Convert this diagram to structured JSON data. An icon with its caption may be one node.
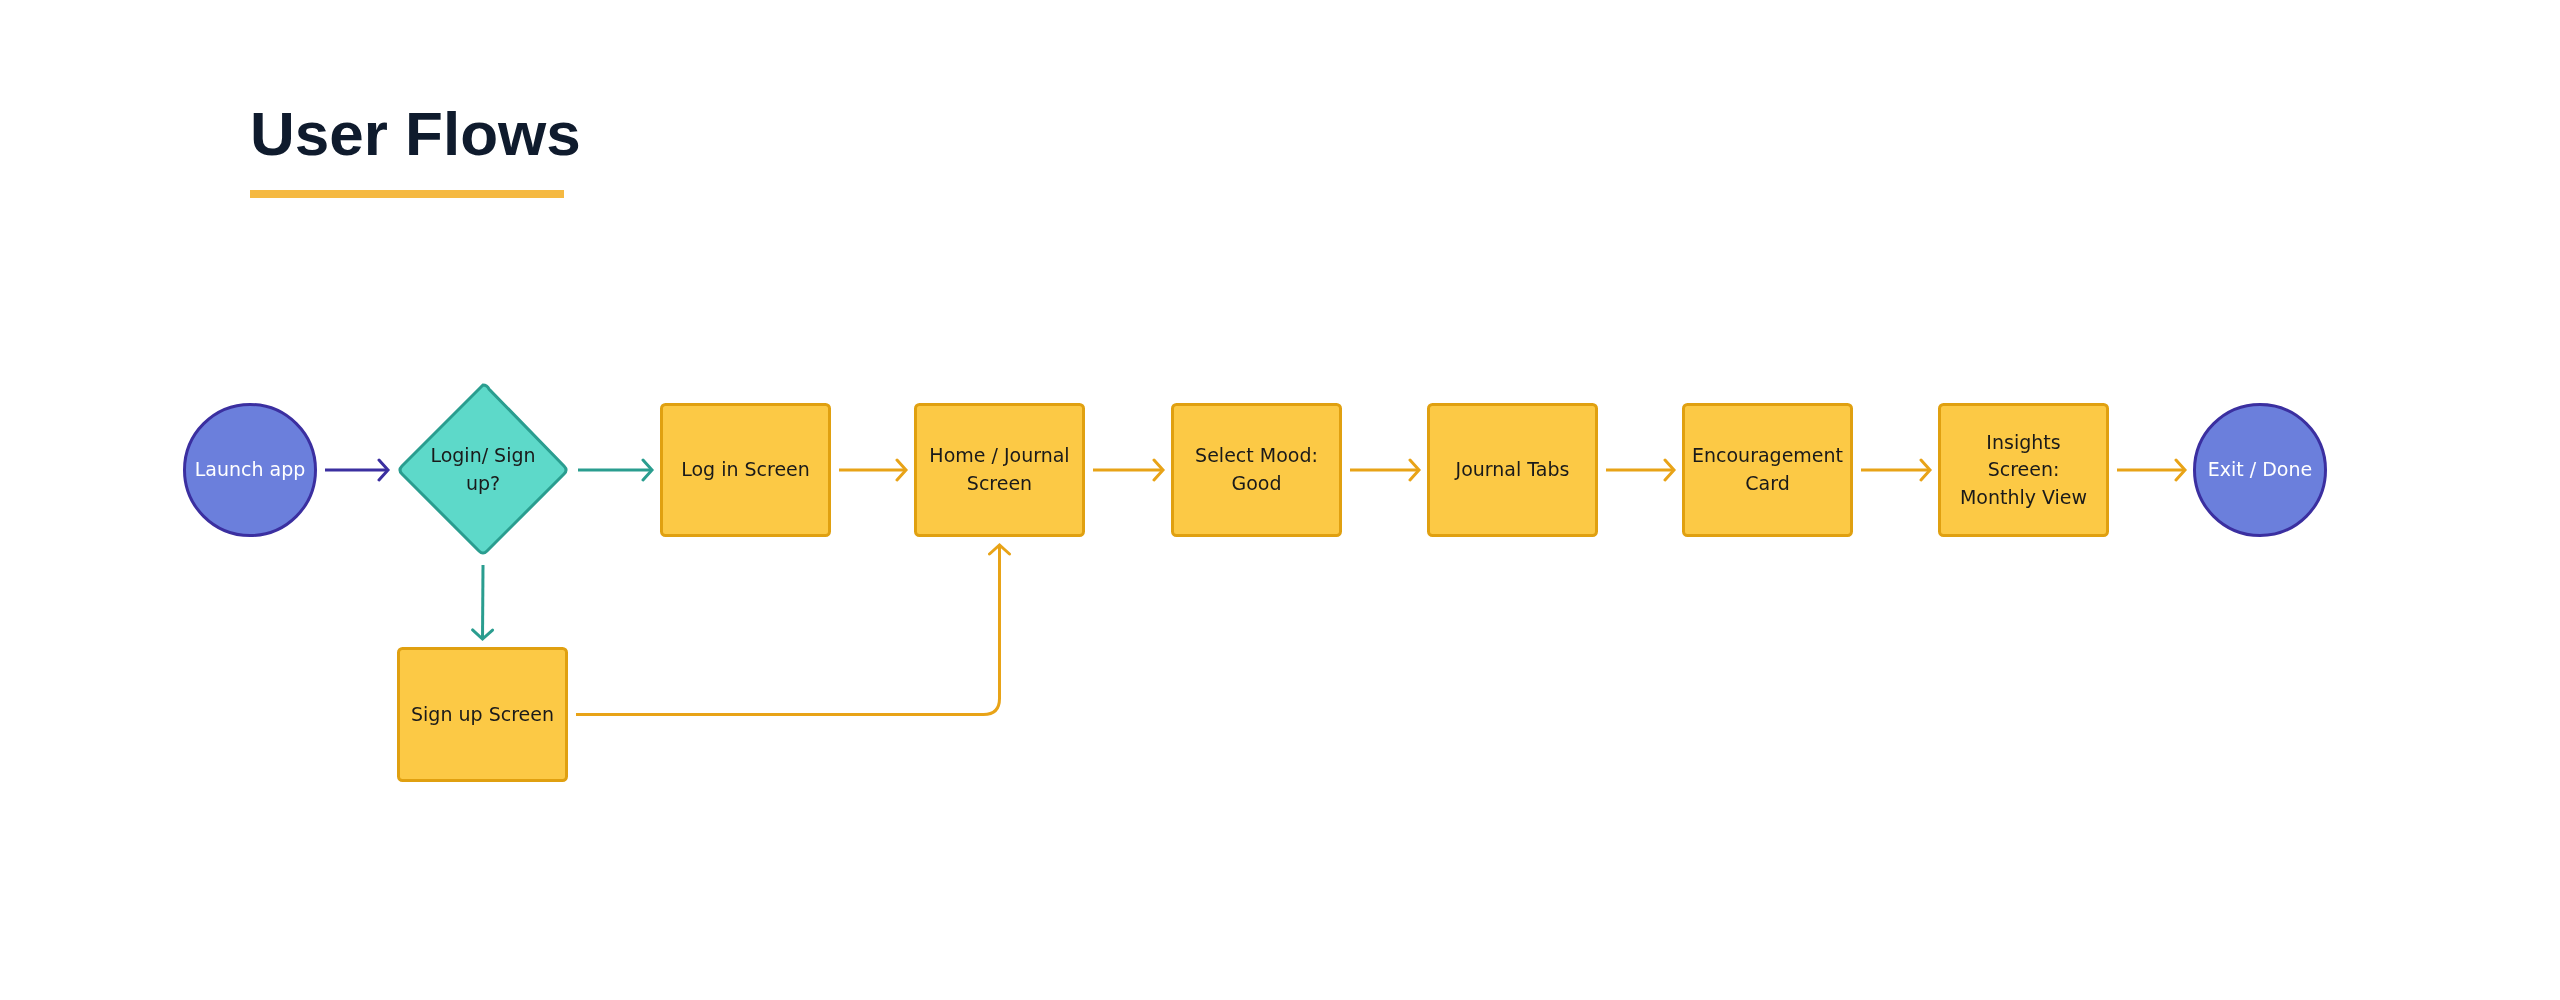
{
  "diagram": {
    "title": "User Flows",
    "nodes": [
      {
        "text": [
          "Launch app"
        ]
      },
      {
        "text": [
          "Login/ Sign up?"
        ]
      },
      {
        "text": [
          "Log in Screen"
        ]
      },
      {
        "text": [
          "Home / Journal Screen"
        ]
      },
      {
        "text": [
          "Select Mood: Good"
        ]
      },
      {
        "text": [
          "Journal Tabs"
        ]
      },
      {
        "text": [
          "Encouragement Card"
        ]
      },
      {
        "text": [
          "Insights Screen: Monthly View"
        ]
      },
      {
        "text": [
          "Exit / Done"
        ]
      },
      {
        "text": [
          "Sign up Screen"
        ]
      }
    ],
    "edges": [
      {
        "from": 0,
        "to": 1,
        "arrow": "to",
        "color": "#3b2fa0"
      },
      {
        "from": 1,
        "to": 2,
        "arrow": "to",
        "color": "#2a9d8f"
      },
      {
        "from": 1,
        "to": 9,
        "arrow": "to",
        "color": "#2a9d8f"
      },
      {
        "from": 9,
        "to": 3,
        "arrow": "to"
      },
      {
        "from": 2,
        "to": 3,
        "arrow": "to"
      },
      {
        "from": 3,
        "to": 4,
        "arrow": "to"
      },
      {
        "from": 4,
        "to": 5,
        "arrow": "to"
      },
      {
        "from": 5,
        "to": 6,
        "arrow": "to"
      },
      {
        "from": 6,
        "to": 7,
        "arrow": "to"
      },
      {
        "from": 7,
        "to": 8,
        "arrow": "to"
      }
    ]
  }
}
